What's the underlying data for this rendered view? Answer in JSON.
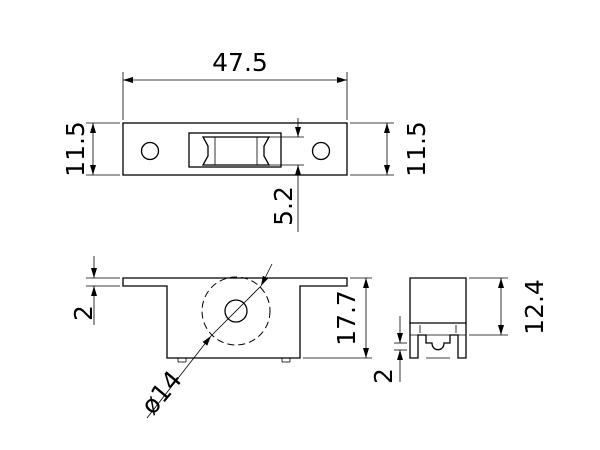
{
  "dimensions": {
    "top_width": "47.5",
    "top_height_left": "11.5",
    "top_height_right": "11.5",
    "slot_width": "5.2",
    "flange_thickness": "2",
    "body_height": "17.7",
    "wheel_diameter": "ø14",
    "side_height": "12.4",
    "side_bottom": "2"
  }
}
